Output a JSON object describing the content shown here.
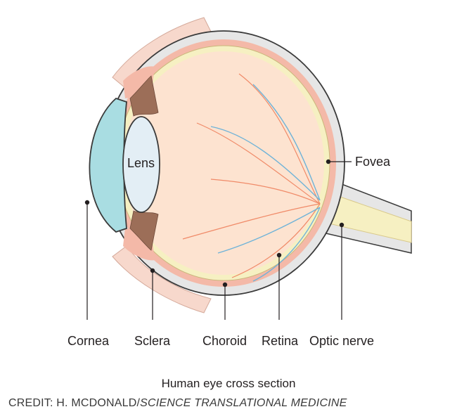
{
  "diagram": {
    "labels": {
      "lens": "Lens",
      "fovea": "Fovea",
      "cornea": "Cornea",
      "sclera": "Sclera",
      "choroid": "Choroid",
      "retina": "Retina",
      "optic_nerve": "Optic nerve"
    },
    "caption": "Human eye cross section"
  },
  "credit": {
    "prefix": "CREDIT: H. MCDONALD/",
    "publication": "SCIENCE TRANSLATIONAL MEDICINE"
  },
  "colors": {
    "sclera": "#e6e6e6",
    "outline": "#3a3a3a",
    "choroid": "#f4b9a8",
    "retina": "#f6f0c2",
    "vitreous": "#fde3d0",
    "cornea": "#a9dde2",
    "lens": "#e3eef5",
    "ciliary": "#9c6e58",
    "artery": "#f08a68",
    "vein": "#6fb3d8"
  }
}
